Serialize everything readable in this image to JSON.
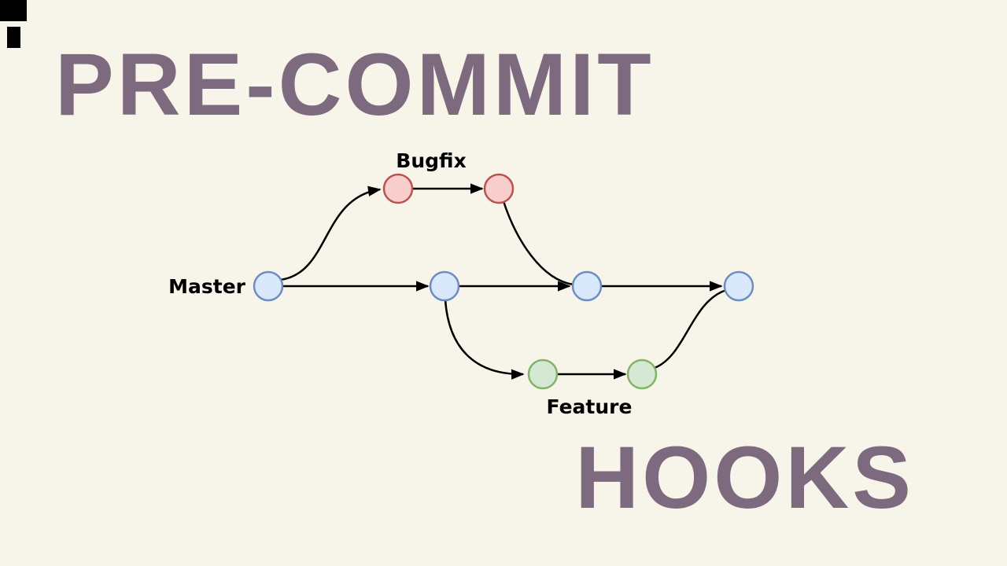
{
  "page": {
    "background_color": "#f7f4e9"
  },
  "title": {
    "top": "PRE-COMMIT",
    "bottom": "HOOKS",
    "color": "#7d6a7e"
  },
  "diagram": {
    "type": "git-branch-graph",
    "labels": {
      "master": "Master",
      "bugfix": "Bugfix",
      "feature": "Feature"
    },
    "branches": [
      {
        "name": "Master",
        "commit_count": 4,
        "fill": "#dae8fc",
        "stroke": "#6c8ebf"
      },
      {
        "name": "Bugfix",
        "commit_count": 2,
        "fill": "#f8cecc",
        "stroke": "#b85450"
      },
      {
        "name": "Feature",
        "commit_count": 2,
        "fill": "#d5e8d4",
        "stroke": "#82b366"
      }
    ],
    "edge_color": "#000000",
    "flow": [
      "Master commit 1 branches to Bugfix",
      "Bugfix has 2 commits and merges back into Master commit 3",
      "Master commit 2 branches to Feature",
      "Feature has 2 commits and merges back into Master commit 4"
    ]
  }
}
